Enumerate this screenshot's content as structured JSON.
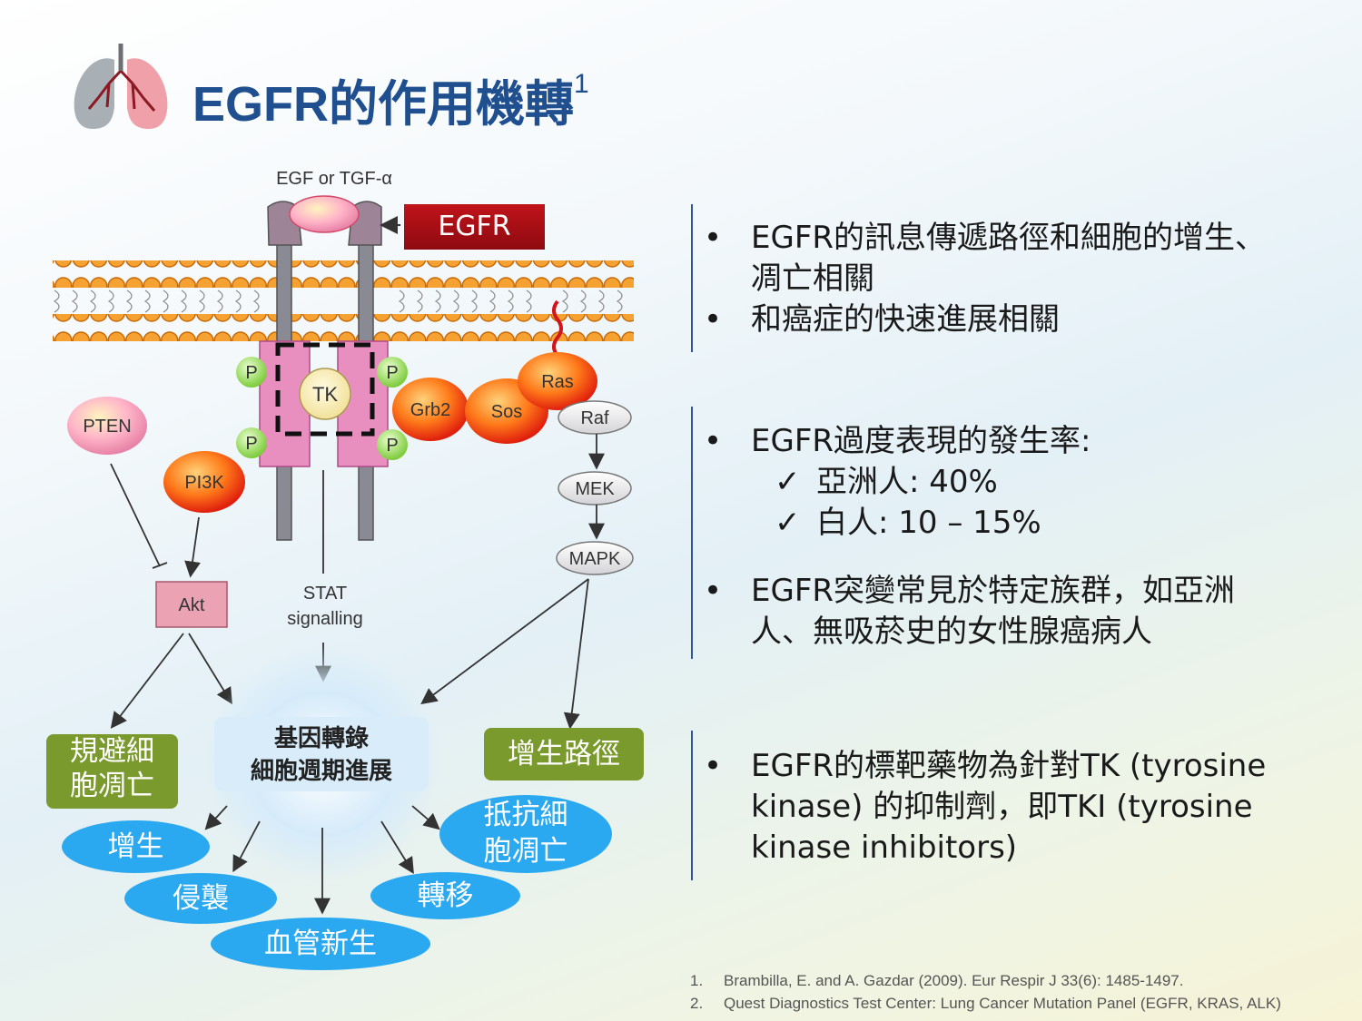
{
  "title": {
    "text": "EGFR的作用機轉",
    "sup": "1"
  },
  "diagram": {
    "ligand_label": "EGF or TGF-α",
    "receptor_label": "EGFR",
    "tk_label": "TK",
    "phospho_label": "P",
    "nodes": {
      "grb2": "Grb2",
      "sos": "Sos",
      "ras": "Ras",
      "raf": "Raf",
      "mek": "MEK",
      "mapk": "MAPK",
      "pten": "PTEN",
      "pi3k": "PI3K",
      "akt": "Akt",
      "stat_line1": "STAT",
      "stat_line2": "signalling"
    },
    "center": {
      "line1": "基因轉錄",
      "line2": "細胞週期進展"
    },
    "left_box": {
      "line1": "規避細",
      "line2": "胞凋亡"
    },
    "right_box": "增生路徑",
    "outcomes": {
      "proliferation": "增生",
      "invasion": "侵襲",
      "angiogenesis": "血管新生",
      "metastasis": "轉移",
      "anti_apoptosis_line1": "抵抗細",
      "anti_apoptosis_line2": "胞凋亡"
    }
  },
  "bullets": {
    "group1": [
      "EGFR的訊息傳遞路徑和細胞的增生、",
      "凋亡相關",
      "和癌症的快速進展相關"
    ],
    "group2": {
      "head": "EGFR過度表現的發生率:",
      "asian": "亞洲人: 40%",
      "white": "白人: 10 – 15%",
      "mut_line1": "EGFR突變常見於特定族群，如亞洲",
      "mut_line2": "人、無吸菸史的女性腺癌病人"
    },
    "group3": [
      "EGFR的標靶藥物為針對TK (tyrosine",
      "kinase) 的抑制劑，即TKI (tyrosine",
      "kinase inhibitors)"
    ],
    "bullet_char": "•",
    "check_char": "✓"
  },
  "references": [
    {
      "num": "1.",
      "text": "Brambilla, E. and A. Gazdar (2009). Eur Respir J 33(6): 1485-1497."
    },
    {
      "num": "2.",
      "text": "Quest Diagnostics Test Center: Lung Cancer Mutation Panel (EGFR, KRAS, ALK)"
    }
  ],
  "colors": {
    "title": "#1f4f8f",
    "accent_line": "#2f5597",
    "green_box": "#7b9a2e",
    "blue_oval": "#2aa9f0",
    "egfr_box": "#b01016"
  }
}
